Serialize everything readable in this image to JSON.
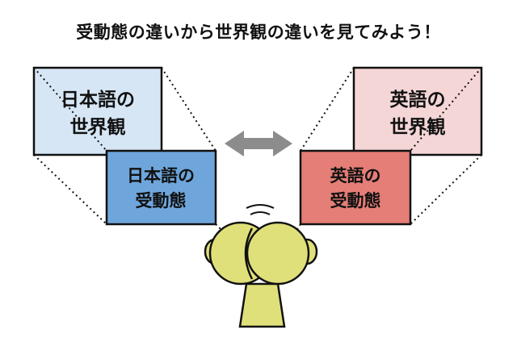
{
  "title": "受動態の違いから世界観の違いを見てみよう！",
  "japanese_worldview": {
    "line1": "日本語の",
    "line2": "世界観",
    "fill": "#d6e6f5"
  },
  "japanese_passive": {
    "line1": "日本語の",
    "line2": "受動態",
    "fill": "#6ea6dc"
  },
  "english_worldview": {
    "line1": "英語の",
    "line2": "世界観",
    "fill": "#f5d6d6"
  },
  "english_passive": {
    "line1": "英語の",
    "line2": "受動態",
    "fill": "#e57e76"
  },
  "colors": {
    "arrow": "#8c8c8c",
    "head": "#e0e07a",
    "outline": "#111111"
  }
}
